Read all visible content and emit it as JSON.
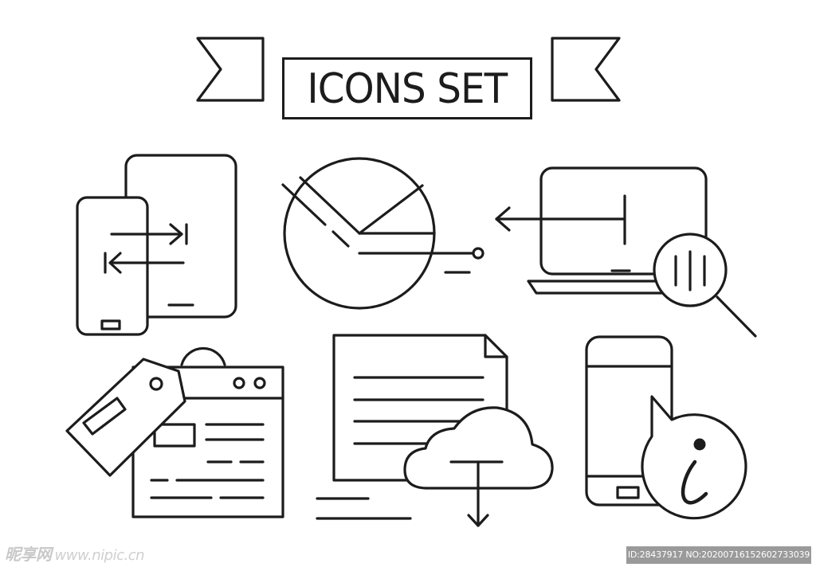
{
  "banner": {
    "title": "ICONS SET"
  },
  "icons": [
    "devices-transfer-icon",
    "pie-chart-icon",
    "laptop-search-icon",
    "price-tag-webpage-icon",
    "cloud-download-document-icon",
    "phone-info-icon"
  ],
  "info_glyph": "i",
  "watermark": {
    "site_logo": "昵享网",
    "site_url": "www.nipic.cn",
    "id_text": "ID:28437917 NO:20200716152602733039"
  },
  "colors": {
    "line": "#1c1c1c",
    "background": "#ffffff",
    "watermark_bar": "#9a9a9a"
  }
}
